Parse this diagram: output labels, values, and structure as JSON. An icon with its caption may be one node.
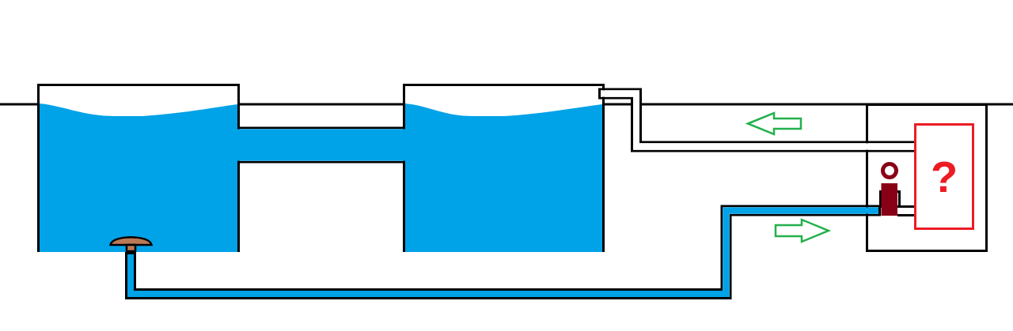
{
  "diagram": {
    "nodes": [
      {
        "text": [],
        "shape": "box"
      },
      {
        "text": [],
        "shape": "dome",
        "in": 0
      },
      {
        "text": [],
        "shape": "box"
      },
      {
        "text": [],
        "shape": "box"
      },
      {
        "text": [],
        "shape": "picture",
        "in": 3
      },
      {
        "text": [
          "?"
        ],
        "in": 3
      }
    ],
    "edges": [
      {
        "from": 0,
        "to": 2,
        "arrow": "none",
        "style": "thick",
        "color": "#00a2e8"
      },
      {
        "from": 1,
        "to": 4,
        "arrow": "none",
        "color": "#00a2e8"
      },
      {
        "from": 4,
        "to": 5,
        "arrow": "none",
        "color": "#000000"
      },
      {
        "from": 5,
        "to": 2,
        "arrow": "none",
        "color": "#000000"
      }
    ]
  }
}
